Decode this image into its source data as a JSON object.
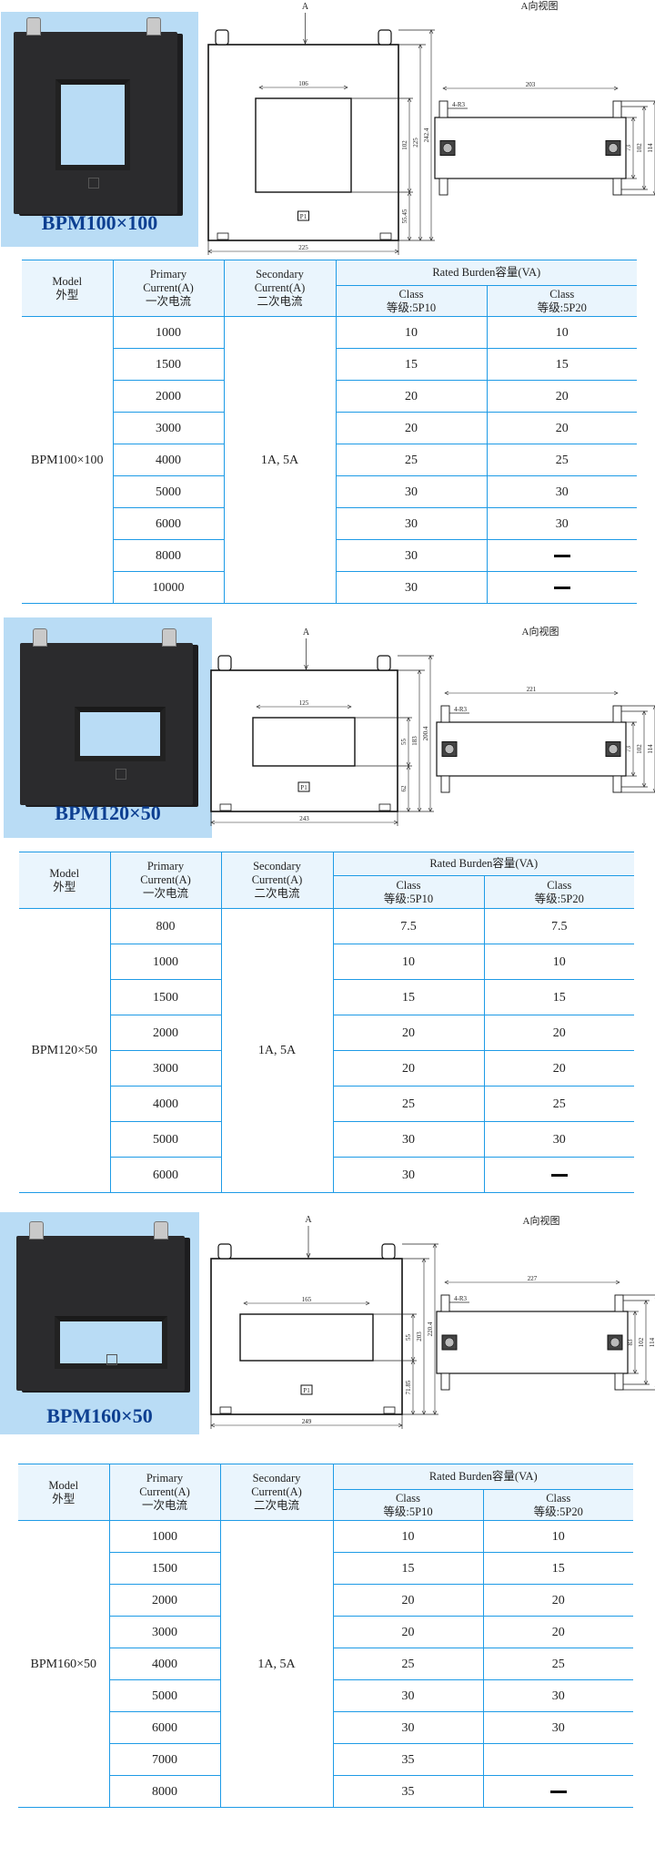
{
  "table_header": {
    "model": "Model",
    "model_cn": "外型",
    "primary": "Primary",
    "primary_2": "Current(A)",
    "primary_cn": "一次电流",
    "secondary": "Secondary",
    "secondary_2": "Current(A)",
    "secondary_cn": "二次电流",
    "burden": "Rated Burden容量(VA)",
    "class": "Class",
    "class_5p10": "等级:5P10",
    "class_5p20": "等级:5P20"
  },
  "colors": {
    "line": "#1e9be6",
    "header_bg": "#eaf5fd",
    "photo_bg": "#b9dcf5",
    "title": "#0d3f91"
  },
  "sections": [
    {
      "model_title": "BPM100×100",
      "drawing": {
        "a_label": "A",
        "view_title": "A向视图",
        "p1": "P1",
        "win_w": "106",
        "win_h": "102",
        "lower": "55.45",
        "height": "225",
        "total": "242.4",
        "width": "225",
        "side_w": "203",
        "radius": "4-R3",
        "side_h1": "73",
        "side_h2": "102",
        "side_h3": "114"
      },
      "table": {
        "model": "BPM100×100",
        "secondary": "1A, 5A",
        "rows": [
          {
            "primary": "1000",
            "p10": "10",
            "p20": "10"
          },
          {
            "primary": "1500",
            "p10": "15",
            "p20": "15"
          },
          {
            "primary": "2000",
            "p10": "20",
            "p20": "20"
          },
          {
            "primary": "3000",
            "p10": "20",
            "p20": "20"
          },
          {
            "primary": "4000",
            "p10": "25",
            "p20": "25"
          },
          {
            "primary": "5000",
            "p10": "30",
            "p20": "30"
          },
          {
            "primary": "6000",
            "p10": "30",
            "p20": "30"
          },
          {
            "primary": "8000",
            "p10": "30",
            "p20": "—"
          },
          {
            "primary": "10000",
            "p10": "30",
            "p20": "—"
          }
        ]
      }
    },
    {
      "model_title": "BPM120×50",
      "drawing": {
        "a_label": "A",
        "view_title": "A向视图",
        "p1": "P1",
        "win_w": "125",
        "win_h": "55",
        "lower": "62",
        "height": "183",
        "total": "200.4",
        "width": "243",
        "side_w": "221",
        "radius": "4-R3",
        "side_h1": "73",
        "side_h2": "102",
        "side_h3": "114"
      },
      "table": {
        "model": "BPM120×50",
        "secondary": "1A, 5A",
        "rows": [
          {
            "primary": "800",
            "p10": "7.5",
            "p20": "7.5"
          },
          {
            "primary": "1000",
            "p10": "10",
            "p20": "10"
          },
          {
            "primary": "1500",
            "p10": "15",
            "p20": "15"
          },
          {
            "primary": "2000",
            "p10": "20",
            "p20": "20"
          },
          {
            "primary": "3000",
            "p10": "20",
            "p20": "20"
          },
          {
            "primary": "4000",
            "p10": "25",
            "p20": "25"
          },
          {
            "primary": "5000",
            "p10": "30",
            "p20": "30"
          },
          {
            "primary": "6000",
            "p10": "30",
            "p20": "—"
          }
        ]
      }
    },
    {
      "model_title": "BPM160×50",
      "drawing": {
        "a_label": "A",
        "view_title": "A向视图",
        "p1": "P1",
        "win_w": "165",
        "win_h": "55",
        "lower": "71.85",
        "height": "203",
        "total": "220.4",
        "width": "249",
        "side_w": "227",
        "radius": "4-R3",
        "side_h1": "83",
        "side_h2": "102",
        "side_h3": "114"
      },
      "table": {
        "model": "BPM160×50",
        "secondary": "1A, 5A",
        "rows": [
          {
            "primary": "1000",
            "p10": "10",
            "p20": "10"
          },
          {
            "primary": "1500",
            "p10": "15",
            "p20": "15"
          },
          {
            "primary": "2000",
            "p10": "20",
            "p20": "20"
          },
          {
            "primary": "3000",
            "p10": "20",
            "p20": "20"
          },
          {
            "primary": "4000",
            "p10": "25",
            "p20": "25"
          },
          {
            "primary": "5000",
            "p10": "30",
            "p20": "30"
          },
          {
            "primary": "6000",
            "p10": "30",
            "p20": "30"
          },
          {
            "primary": "7000",
            "p10": "35",
            "p20": ""
          },
          {
            "primary": "8000",
            "p10": "35",
            "p20": "—"
          }
        ]
      }
    }
  ]
}
